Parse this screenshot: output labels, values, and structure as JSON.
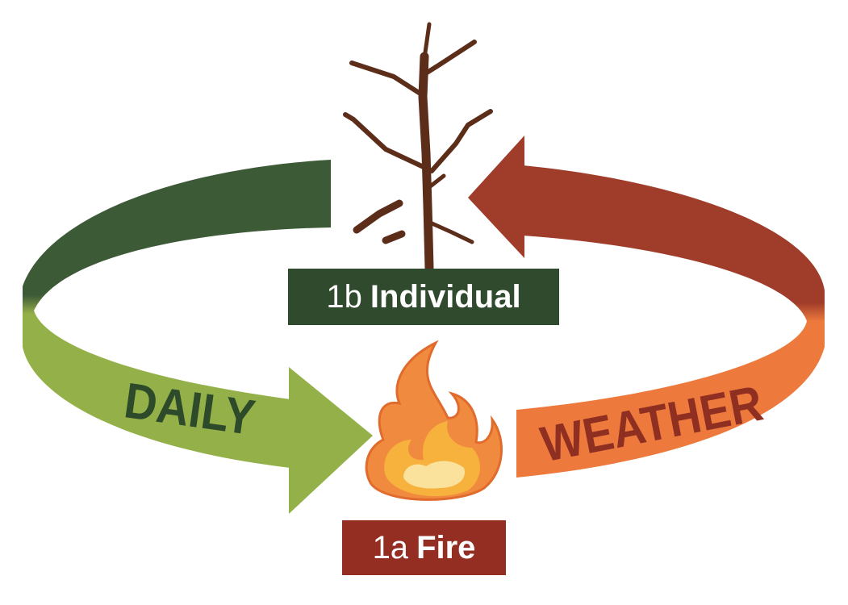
{
  "labels": {
    "individual": {
      "number": "1b",
      "word": "Individual"
    },
    "fire": {
      "number": "1a",
      "word": "Fire"
    }
  },
  "arrows": {
    "left": {
      "text": "DAILY"
    },
    "right": {
      "text": "WEATHER"
    }
  },
  "colors": {
    "dark_green": "#3c5a36",
    "light_green": "#94b049",
    "text_green": "#2d4a2a",
    "dark_red": "#a03c2a",
    "orange": "#ed7a3c",
    "text_red": "#8e2f22",
    "label_green": "#2f4a2c",
    "label_red": "#952e22",
    "tree_brown": "#5c2e1a",
    "flame_outer": "#f08a3e",
    "flame_mid": "#f7b23e",
    "flame_inner": "#fbe29c"
  },
  "icons": {
    "tree": "dead-tree-icon",
    "flame": "flame-icon"
  }
}
